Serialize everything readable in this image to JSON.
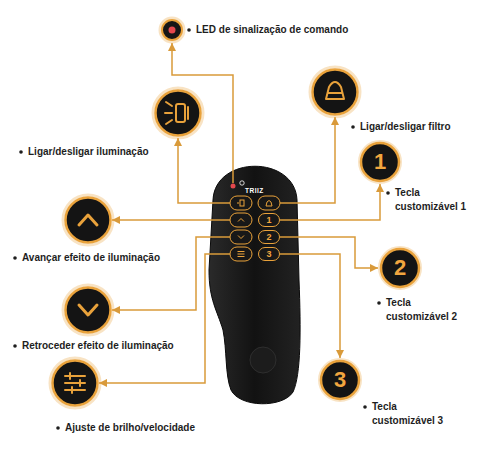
{
  "diagram": {
    "nodes": [
      {
        "text": [
          "TRIIZ"
        ]
      },
      {
        "text": [
          "1"
        ],
        "in": 0
      },
      {
        "text": [
          "2"
        ],
        "in": 0
      },
      {
        "text": [
          "3"
        ],
        "in": 0
      },
      {
        "text": [
          "1"
        ]
      },
      {
        "text": [
          "2"
        ]
      },
      {
        "text": [
          "3"
        ]
      }
    ],
    "edges": [
      {
        "from": 1,
        "to": 4,
        "arrow": "to"
      },
      {
        "from": 2,
        "to": 5,
        "arrow": "to"
      },
      {
        "from": 3,
        "to": 6,
        "arrow": "to"
      }
    ],
    "labels": [
      "LED de sinalização de comando",
      "Ligar/desligar filtro",
      "Ligar/desligar iluminação",
      "Tecla customizável 1",
      "Avançar efeito de iluminação",
      "Tecla customizável 2",
      "Retroceder efeito de iluminação",
      "Tecla customizável 3",
      "Ajuste de brilho/velocidade"
    ]
  }
}
